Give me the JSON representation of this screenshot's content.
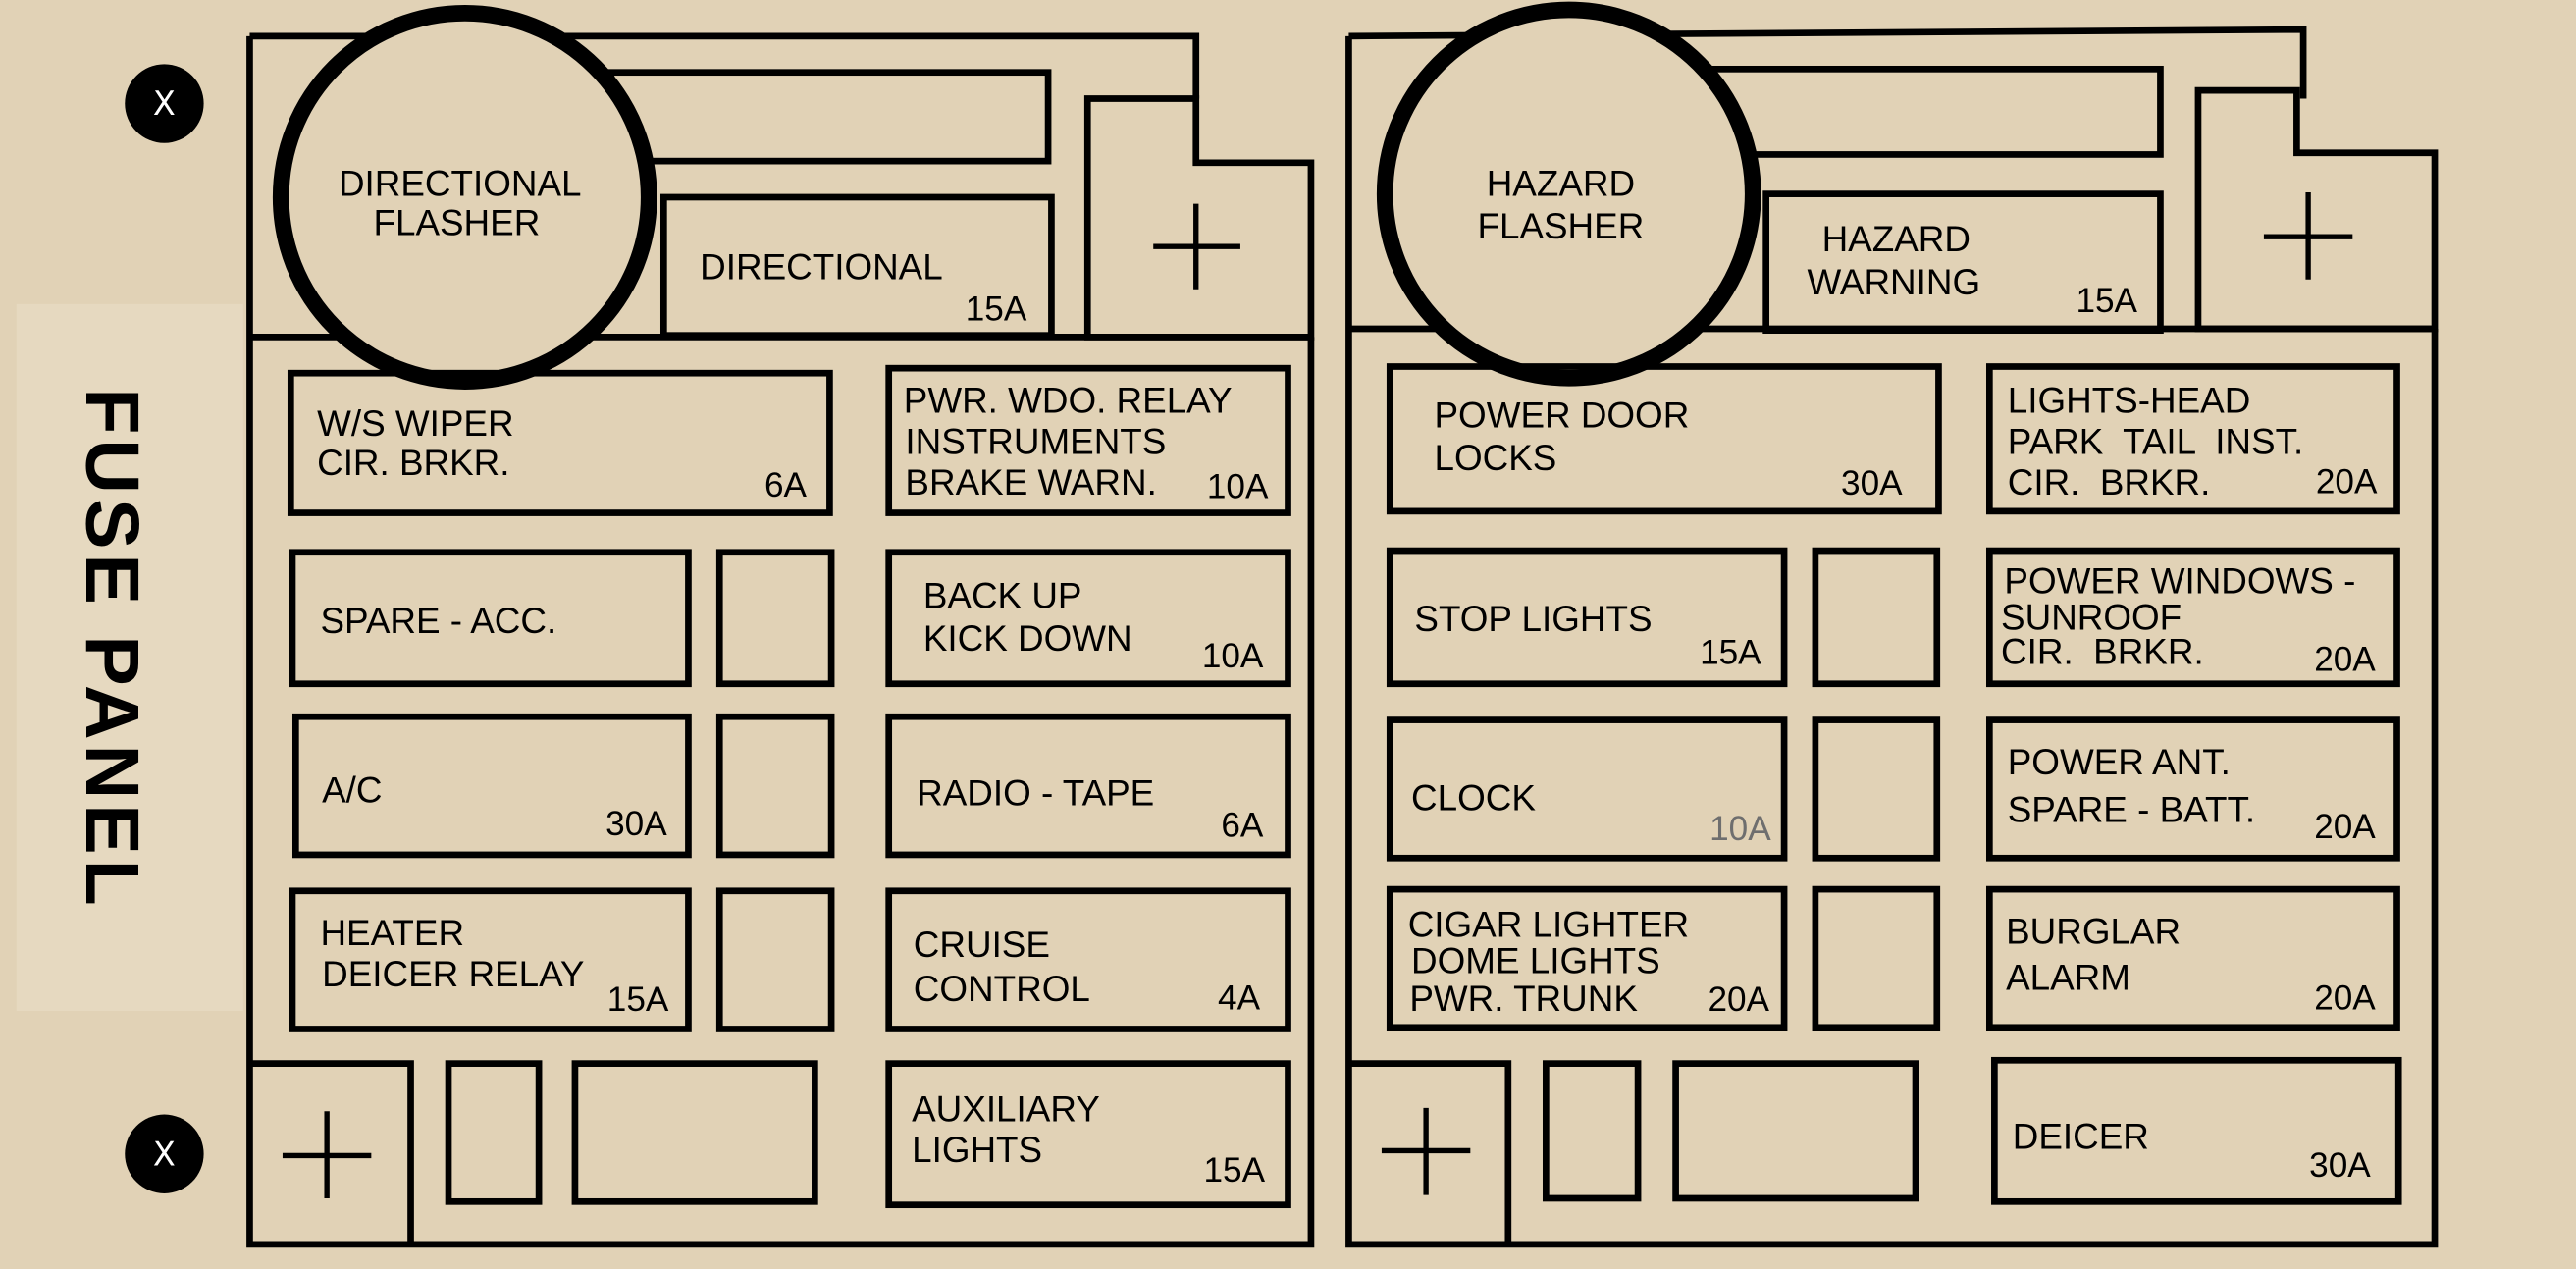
{
  "panel": {
    "title": "FUSE PANEL",
    "mount_screw_mark": "X"
  },
  "left_block": {
    "flasher": {
      "lines": [
        "DIRECTIONAL",
        "FLASHER"
      ]
    },
    "directional_fuse": {
      "lines": [
        "DIRECTIONAL"
      ],
      "amps": "15A"
    },
    "wiper_breaker": {
      "lines": [
        "W/S WIPER",
        "CIR. BRKR."
      ],
      "amps": "6A"
    },
    "pwr_wdo_relay": {
      "lines": [
        "PWR. WDO. RELAY",
        "INSTRUMENTS",
        "BRAKE WARN."
      ],
      "amps": "10A"
    },
    "spare_acc": {
      "lines": [
        "SPARE - ACC."
      ]
    },
    "back_up": {
      "lines": [
        "BACK UP",
        "KICK DOWN"
      ],
      "amps": "10A"
    },
    "ac": {
      "lines": [
        "A/C"
      ],
      "amps": "30A"
    },
    "radio_tape": {
      "lines": [
        "RADIO - TAPE"
      ],
      "amps": "6A"
    },
    "heater": {
      "lines": [
        "HEATER",
        "DEICER RELAY"
      ],
      "amps": "15A"
    },
    "cruise": {
      "lines": [
        "CRUISE",
        "CONTROL"
      ],
      "amps": "4A"
    },
    "auxiliary": {
      "lines": [
        "AUXILIARY",
        "LIGHTS"
      ],
      "amps": "15A"
    }
  },
  "right_block": {
    "flasher": {
      "lines": [
        "HAZARD",
        "FLASHER"
      ]
    },
    "hazard_warning": {
      "lines": [
        "HAZARD",
        "WARNING"
      ],
      "amps": "15A"
    },
    "power_door_locks": {
      "lines": [
        "POWER DOOR",
        "LOCKS"
      ],
      "amps": "30A"
    },
    "lights_head": {
      "lines": [
        "LIGHTS-HEAD",
        "PARK  TAIL  INST.",
        "CIR.  BRKR."
      ],
      "amps": "20A"
    },
    "stop_lights": {
      "lines": [
        "STOP LIGHTS"
      ],
      "amps": "15A"
    },
    "power_windows": {
      "lines": [
        "POWER WINDOWS -",
        "SUNROOF",
        "CIR.  BRKR."
      ],
      "amps": "20A"
    },
    "clock": {
      "lines": [
        "CLOCK"
      ],
      "amps": "10A"
    },
    "power_ant": {
      "lines": [
        "POWER ANT.",
        "SPARE - BATT."
      ],
      "amps": "20A"
    },
    "cigar_lighter": {
      "lines": [
        "CIGAR LIGHTER",
        "DOME LIGHTS",
        "PWR. TRUNK"
      ],
      "amps": "20A"
    },
    "burglar_alarm": {
      "lines": [
        "BURGLAR",
        "ALARM"
      ],
      "amps": "20A"
    },
    "deicer": {
      "lines": [
        "DEICER"
      ],
      "amps": "30A"
    }
  }
}
